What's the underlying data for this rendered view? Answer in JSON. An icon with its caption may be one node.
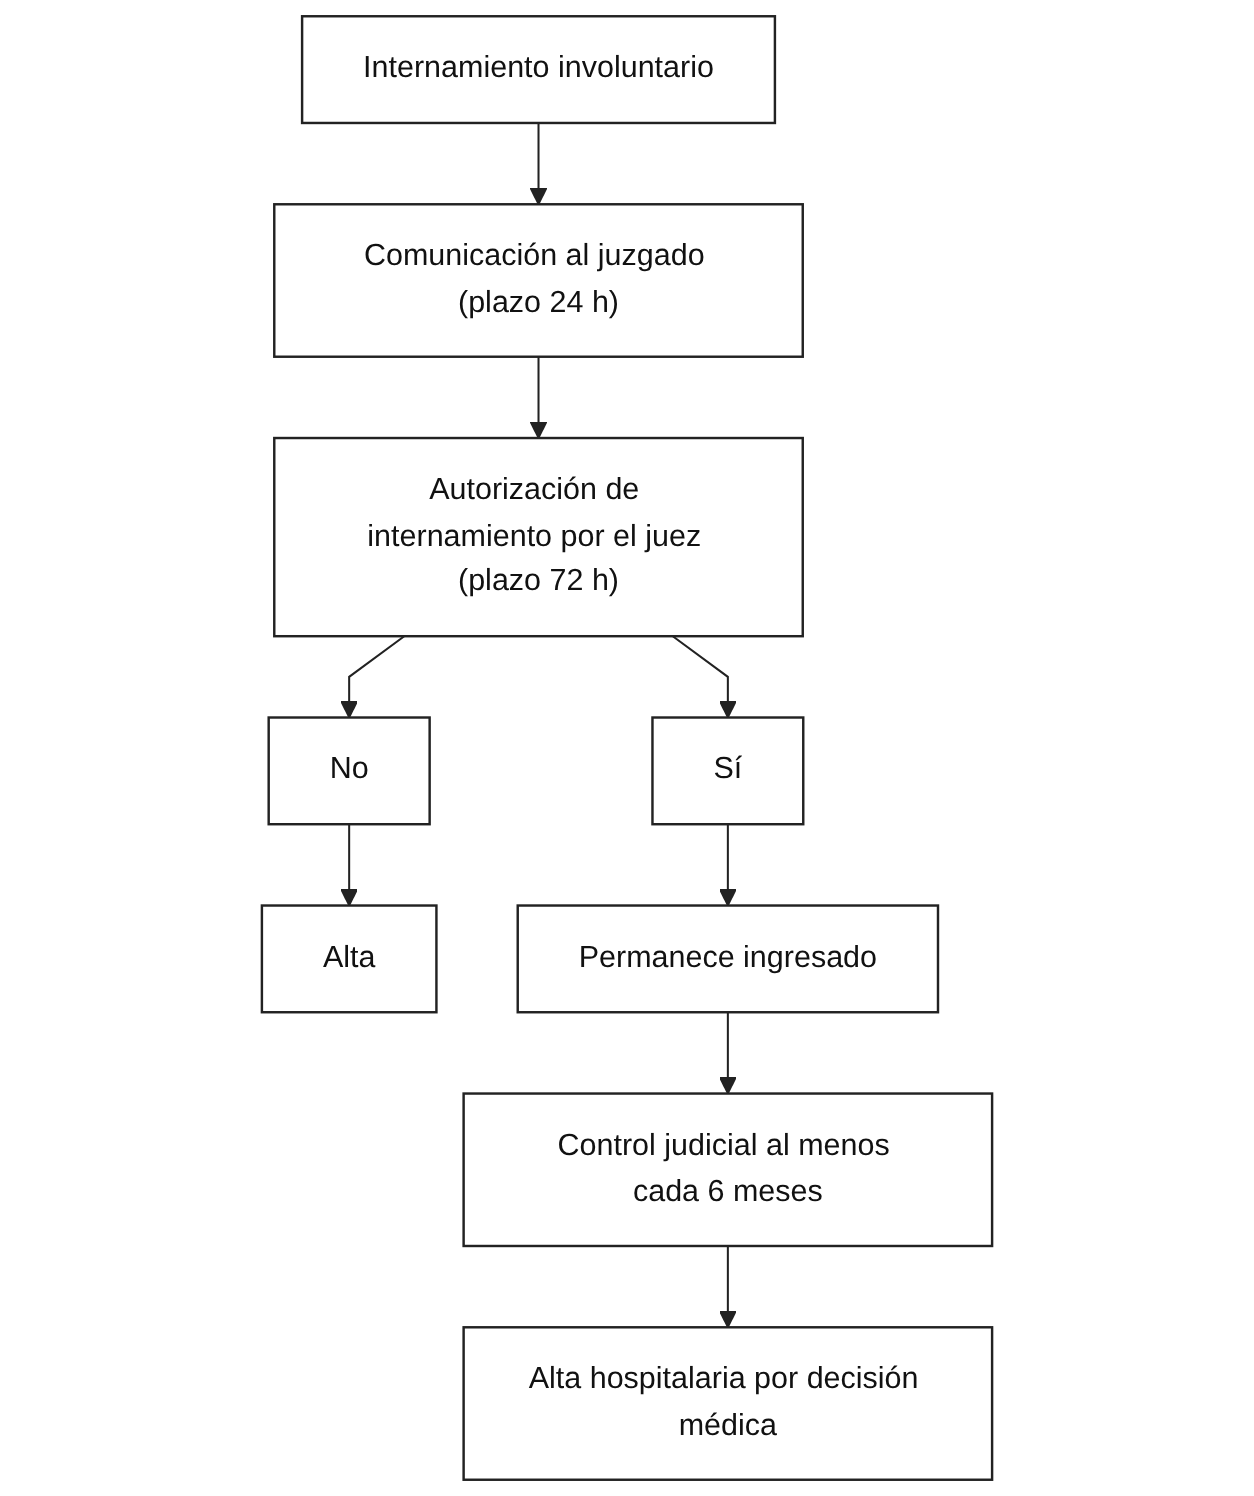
{
  "diagram": {
    "nodes": [
      {
        "text": [
          "Internamiento involuntario"
        ]
      },
      {
        "text": [
          "Comunicación al juzgado (plazo 24 h)"
        ]
      },
      {
        "text": [
          "Autorización de internamiento por el juez (plazo 72 h)"
        ]
      },
      {
        "text": [
          "Alta"
        ]
      },
      {
        "text": [
          "No"
        ]
      },
      {
        "text": [
          "Sí"
        ]
      },
      {
        "text": [
          "Permanece ingresado"
        ]
      },
      {
        "text": [
          "Control judicial al menos cada 6 meses"
        ]
      },
      {
        "text": [
          "Alta hospitalaria por decisión médica"
        ]
      }
    ],
    "edges": [
      {
        "from": 0,
        "to": 1,
        "arrow": "to"
      },
      {
        "from": 1,
        "to": 2,
        "arrow": "to"
      },
      {
        "from": 2,
        "to": 4,
        "arrow": "to"
      },
      {
        "from": 2,
        "to": 5,
        "arrow": "to"
      },
      {
        "from": 4,
        "to": 3,
        "arrow": "to"
      },
      {
        "from": 5,
        "to": 6,
        "arrow": "to"
      },
      {
        "from": 6,
        "to": 7,
        "arrow": "to"
      },
      {
        "from": 7,
        "to": 8,
        "arrow": "to"
      }
    ]
  }
}
